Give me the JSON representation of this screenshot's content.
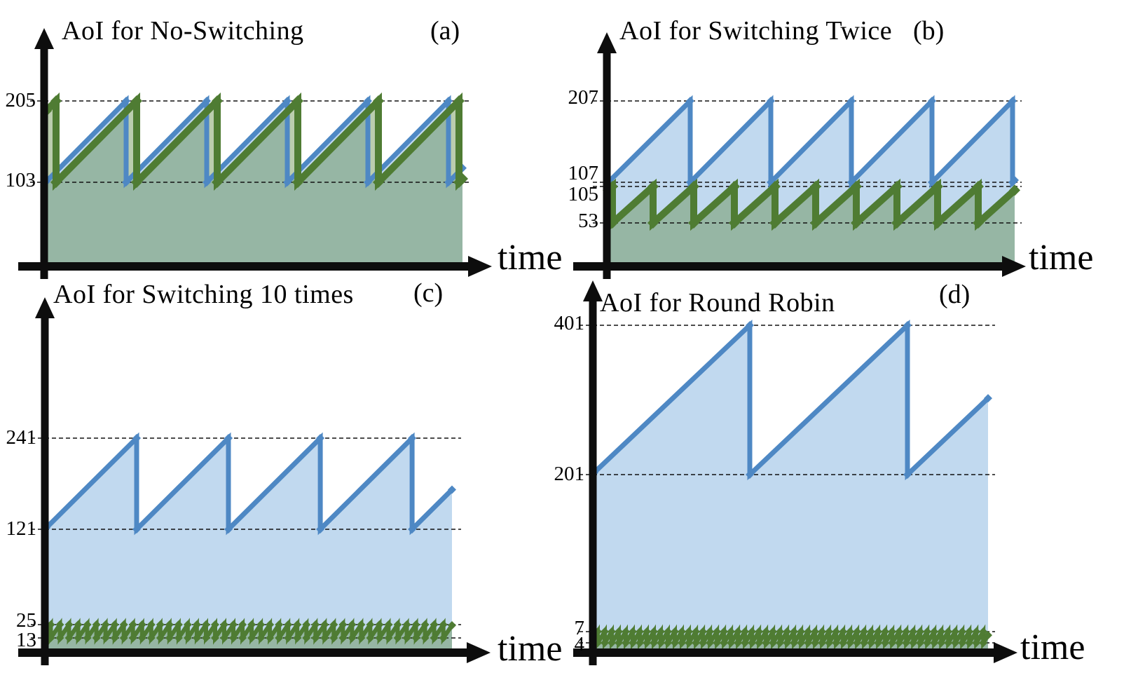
{
  "figure": {
    "description": "Four sawtooth Age-of-Information (AoI) plots",
    "xlabel": "time"
  },
  "colors": {
    "line_blue": "#4e88c4",
    "line_green": "#4f7c33",
    "fill_blue": "rgba(91,155,213,0.38)",
    "fill_green": "rgba(84,130,53,0.40)",
    "axis": "#0d0d0d",
    "gridline": "#111111"
  },
  "chart_data": [
    {
      "type": "line",
      "panel_label": "(a)",
      "title": "AoI for No-Switching",
      "xlabel": "time",
      "yticks": [
        205,
        103
      ],
      "series": [
        {
          "name": "blue-aoi",
          "color_role": "blue",
          "reset_value": 103,
          "peak_value": 205,
          "teeth": 5,
          "first_peak_frac": 0.1919,
          "period_frac": 0.1936
        },
        {
          "name": "green-aoi",
          "color_role": "green",
          "reset_value": 103,
          "peak_value": 205,
          "teeth": 6,
          "first_peak_frac": 0.0236,
          "period_frac": 0.1936
        }
      ]
    },
    {
      "type": "line",
      "panel_label": "(b)",
      "title": "AoI for Switching Twice",
      "xlabel": "time",
      "yticks": [
        207,
        107,
        105,
        53
      ],
      "series": [
        {
          "name": "blue-aoi",
          "color_role": "blue",
          "reset_value": 107,
          "peak_value": 207,
          "teeth": 5,
          "first_peak_frac": 0.2017,
          "period_frac": 0.1983
        },
        {
          "name": "green-aoi",
          "color_role": "green",
          "reset_value": 53,
          "peak_value": 105,
          "teeth": 10,
          "first_peak_frac": 0.0103,
          "period_frac": 0.1
        }
      ]
    },
    {
      "type": "line",
      "panel_label": "(c)",
      "title": "AoI for Switching 10 times",
      "xlabel": "time",
      "yticks": [
        241,
        121,
        25,
        13
      ],
      "series": [
        {
          "name": "blue-aoi",
          "color_role": "blue",
          "reset_value": 121,
          "peak_value": 241,
          "teeth": 4,
          "first_peak_frac": 0.2228,
          "period_frac": 0.2263
        },
        {
          "name": "green-aoi",
          "color_role": "green",
          "reset_value": 13,
          "peak_value": 25,
          "teeth": 44,
          "first_peak_frac": 0.0112,
          "period_frac": 0.0225
        }
      ]
    },
    {
      "type": "line",
      "panel_label": "(d)",
      "title": "AoI for Round Robin",
      "xlabel": "time",
      "yticks": [
        401,
        201,
        7,
        4
      ],
      "series": [
        {
          "name": "blue-aoi",
          "color_role": "blue",
          "reset_value": 201,
          "peak_value": 401,
          "teeth": 2,
          "first_peak_frac": 0.395,
          "period_frac": 0.4004
        },
        {
          "name": "green-aoi",
          "color_role": "green",
          "reset_value": 4,
          "peak_value": 7,
          "teeth": 56,
          "first_peak_frac": 0.0089,
          "period_frac": 0.0178
        }
      ]
    }
  ]
}
